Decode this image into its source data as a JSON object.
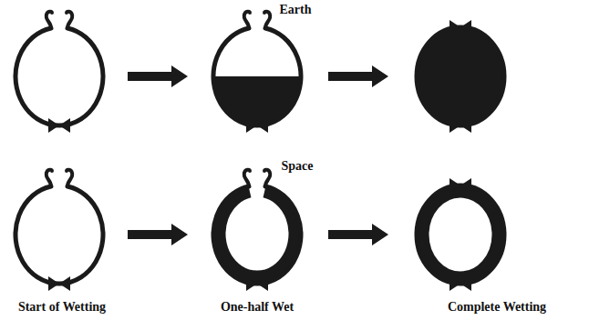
{
  "diagram": {
    "labels": [
      "Earth",
      "Space",
      "Start of Wetting",
      "One-half Wet",
      "Complete Wetting"
    ]
  }
}
